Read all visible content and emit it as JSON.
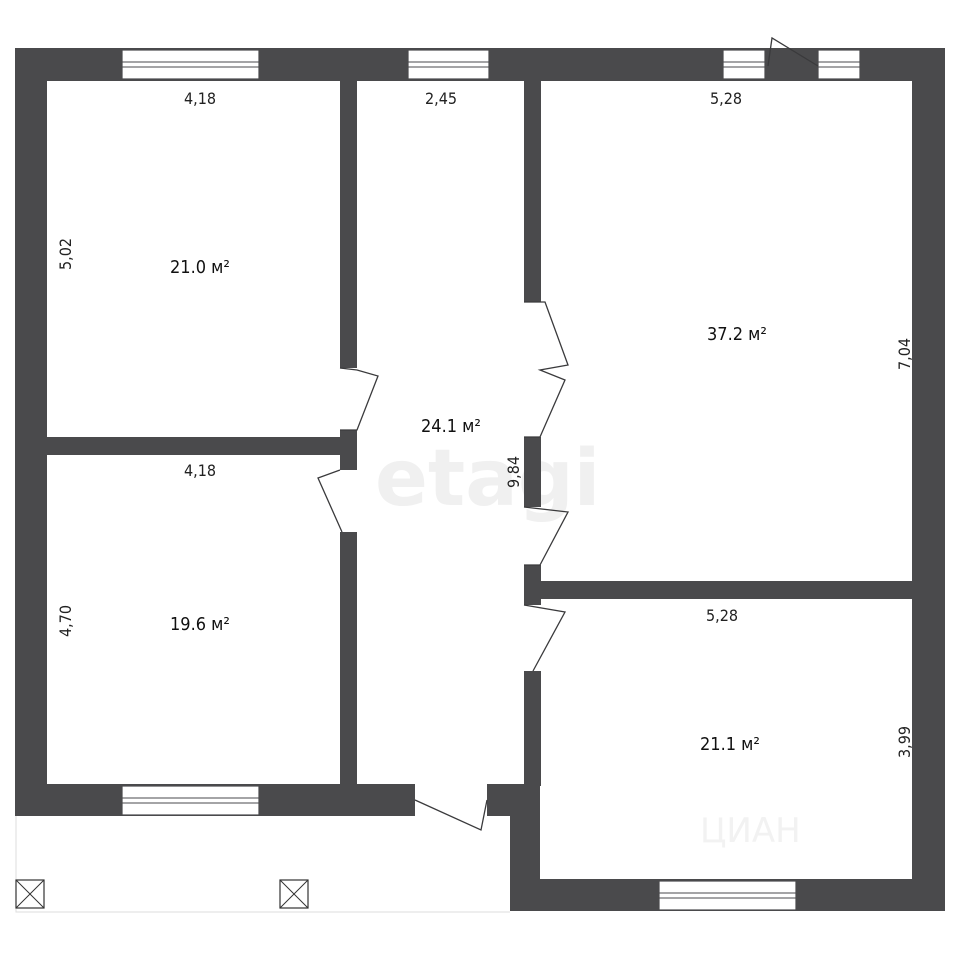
{
  "plan": {
    "rooms": [
      {
        "id": "bedroom-top-left",
        "area": "21.0 м²",
        "width": "4,18",
        "height": "5,02"
      },
      {
        "id": "bedroom-bottom-left",
        "area": "19.6 м²",
        "width": "4,18",
        "height": "4,70"
      },
      {
        "id": "hall",
        "area": "24.1 м²",
        "width": "2,45",
        "height": "9,84"
      },
      {
        "id": "living-room",
        "area": "37.2 м²",
        "width": "5,28",
        "height": "7,04"
      },
      {
        "id": "bedroom-bottom-right",
        "area": "21.1 м²",
        "width": "5,28",
        "height": "3,99"
      }
    ],
    "watermarks": {
      "primary": "etagi",
      "secondary": "ЦИАН"
    }
  }
}
